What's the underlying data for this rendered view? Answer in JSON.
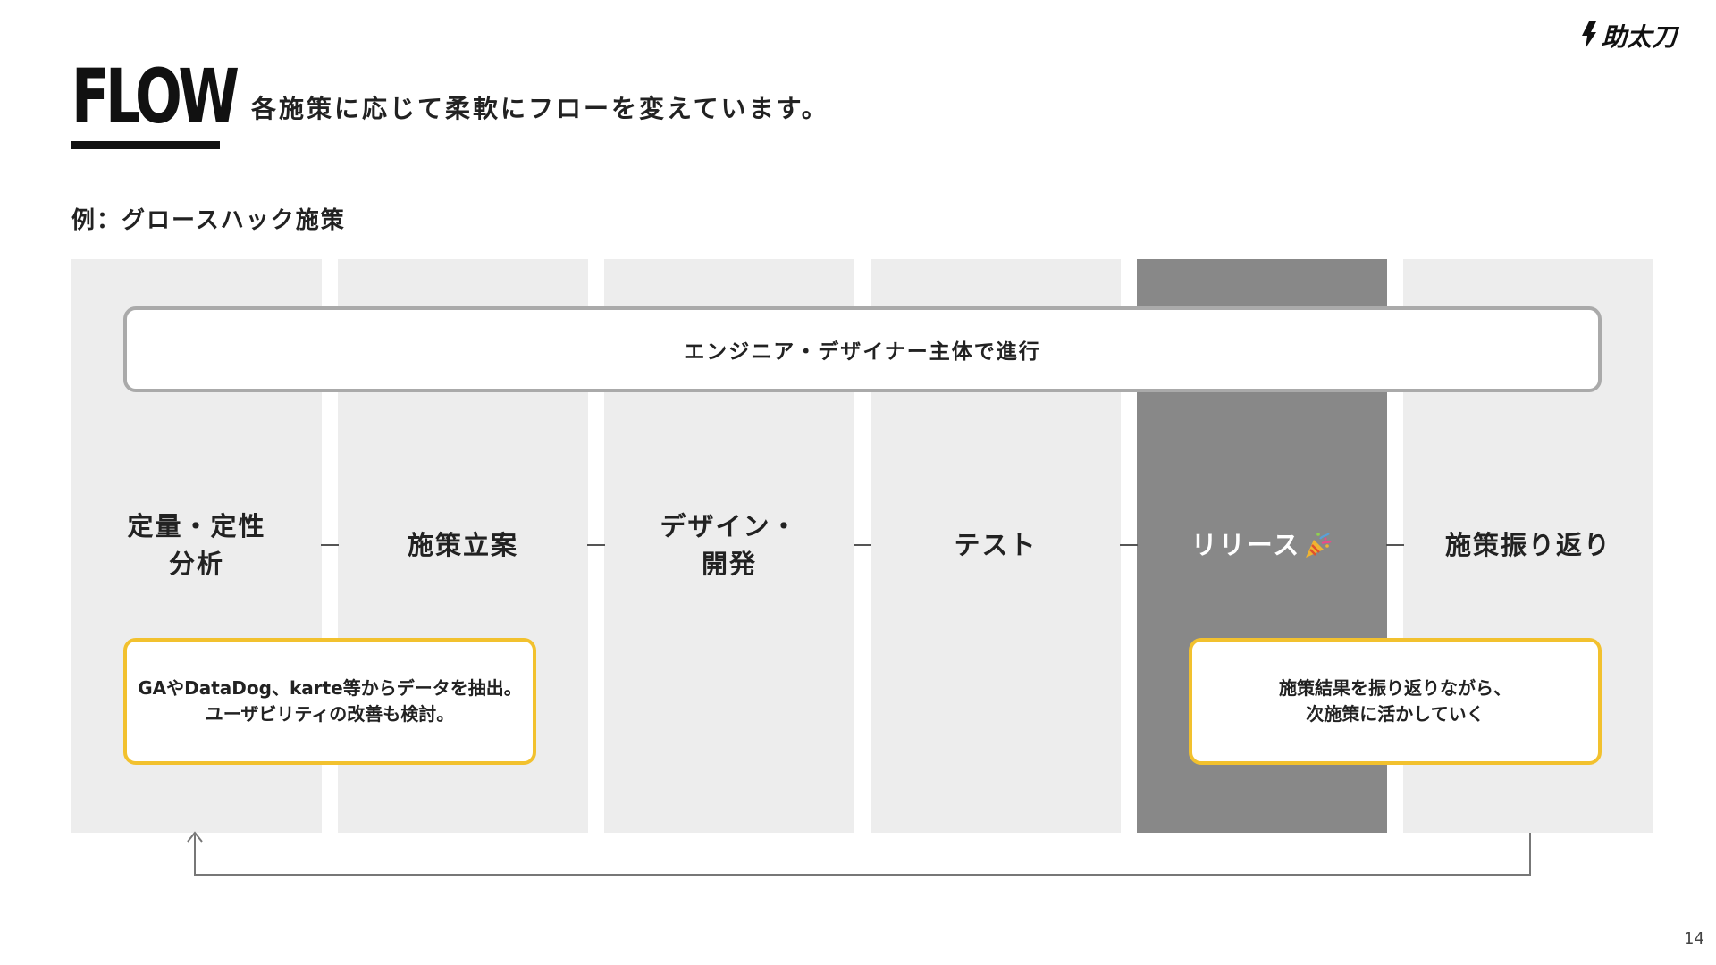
{
  "brand": {
    "logo_text": "助太刀"
  },
  "header": {
    "title": "FLOW",
    "subtitle": "各施策に応じて柔軟にフローを変えています。"
  },
  "example_label": "例：グロースハック施策",
  "banner": "エンジニア・デザイナー主体で進行",
  "stages": [
    {
      "label": "定量・定性\n分析",
      "highlighted": false
    },
    {
      "label": "施策立案",
      "highlighted": false
    },
    {
      "label": "デザイン・\n開発",
      "highlighted": false
    },
    {
      "label": "テスト",
      "highlighted": false
    },
    {
      "label": "リリース",
      "highlighted": true,
      "icon": "party-popper-icon"
    },
    {
      "label": "施策振り返り",
      "highlighted": false
    }
  ],
  "notes": {
    "analysis": {
      "line1": "GAやDataDog、karte等からデータを抽出。",
      "line2": "ユーザビリティの改善も検討。"
    },
    "review": {
      "line1": "施策結果を振り返りながら、",
      "line2": "次施策に活かしていく"
    }
  },
  "page_number": "14",
  "colors": {
    "column": "#ededed",
    "column_highlight": "#888888",
    "note_border": "#f2c12e",
    "banner_border": "#aaaaaa",
    "text": "#222222"
  }
}
